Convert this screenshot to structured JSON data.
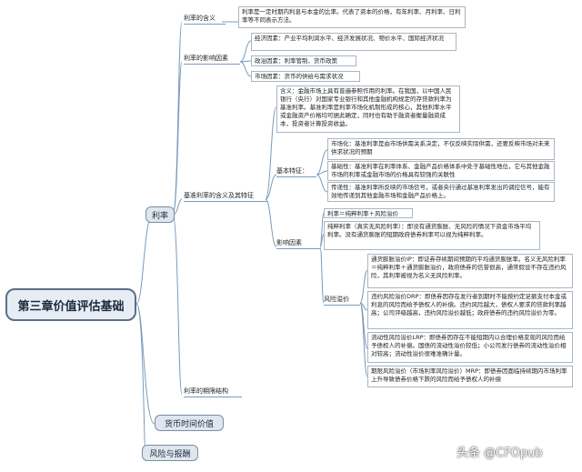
{
  "root": {
    "label": "第三章价值评估基础"
  },
  "branches": {
    "interest": "利率",
    "tvm": "货币时间价值",
    "risk": "风险与报酬"
  },
  "interest": {
    "meaning_label": "利率的含义",
    "meaning_text": "利率是一定时期内利息与本金的比率。代表了资本的价格，有年利率、月利率、日利率等不同表示方法。",
    "factors_label": "利率的影响因素",
    "factors": [
      "经济因素：产业平均利润水平、经济发展状况、物价水平、国际经济状况",
      "政治因素：利率管制、货币政策",
      "市场因素：货币的供给与需求状况"
    ],
    "base_label": "基准利率的含义及其特征",
    "base_meaning": "含义：金融市场上具有普遍参照作用的利率。在我国，以中国人民银行（央行）对国家专业银行和其他金融机构规定的存贷款利率为基准利率。基准利率是利率市场化机制形成的核心，其他利率水平或金融资产价格均可据此确定，同时也有助于融资者衡量融资成本，投资者计算投资收益。",
    "basic_features_label": "基本特征：",
    "features": [
      "市场化：基准利率是由市场供需关系决定，不仅反映实际供需，还要反映市场对未来供求状况的预期",
      "基础性：基准利率在利率体系、金融产品价格体系中处于基础性地位，它与其他金融市场的利率或金融市场的价格具有较强的关联性",
      "传递性：基准利率所反映的市场信号，或者央行通过基准利率发出的调控信号，能有效地传递到其他金融市场和金融产品价格上。"
    ],
    "influence_label": "影响因素",
    "formula": "利率＝纯粹利率＋风险溢价",
    "pure_rate": "纯粹利率（真实无风险利率）：即没有通货膨胀、无风险的情况下资金市场平均利率。没有通货膨胀的短期政府债券利率可以视为纯粹利率。",
    "premium_label": "风险溢价",
    "premiums": [
      "通货膨胀溢价IP：即证券存续期间预期的平均通货膨胀率。名义无风险利率＝纯粹利率＋通货膨胀溢价，政府债券的信誉很高，通常假设不存在违约风险，其利率被视为名义无风险利率。",
      "违约风险溢价DRP：即债券因存在发行者到期时不能按约定足额支付本金或利息的风险而给予债权人的补偿。违约风险越大，债权人要求的贷款利率越高；公司评级越高，违约风险溢价越低；政府债券的违约风险溢价为零。",
      "流动性风险溢价LRP：即债券因存在不能短期内以合理价格变现的风险而给予债权人的补偿。国债的流动性溢价较低；小公司发行债券的流动性溢价相对较高；流动性溢价很难准确计量。",
      "期限风险溢价（市场利率风险溢价）MRP：即债券因面临持续期内市场利率上升导致债券价格下跌的风险而给予债权人的补偿"
    ],
    "term_label": "利率的期限结构"
  },
  "watermark": "头条 @CFOpub"
}
